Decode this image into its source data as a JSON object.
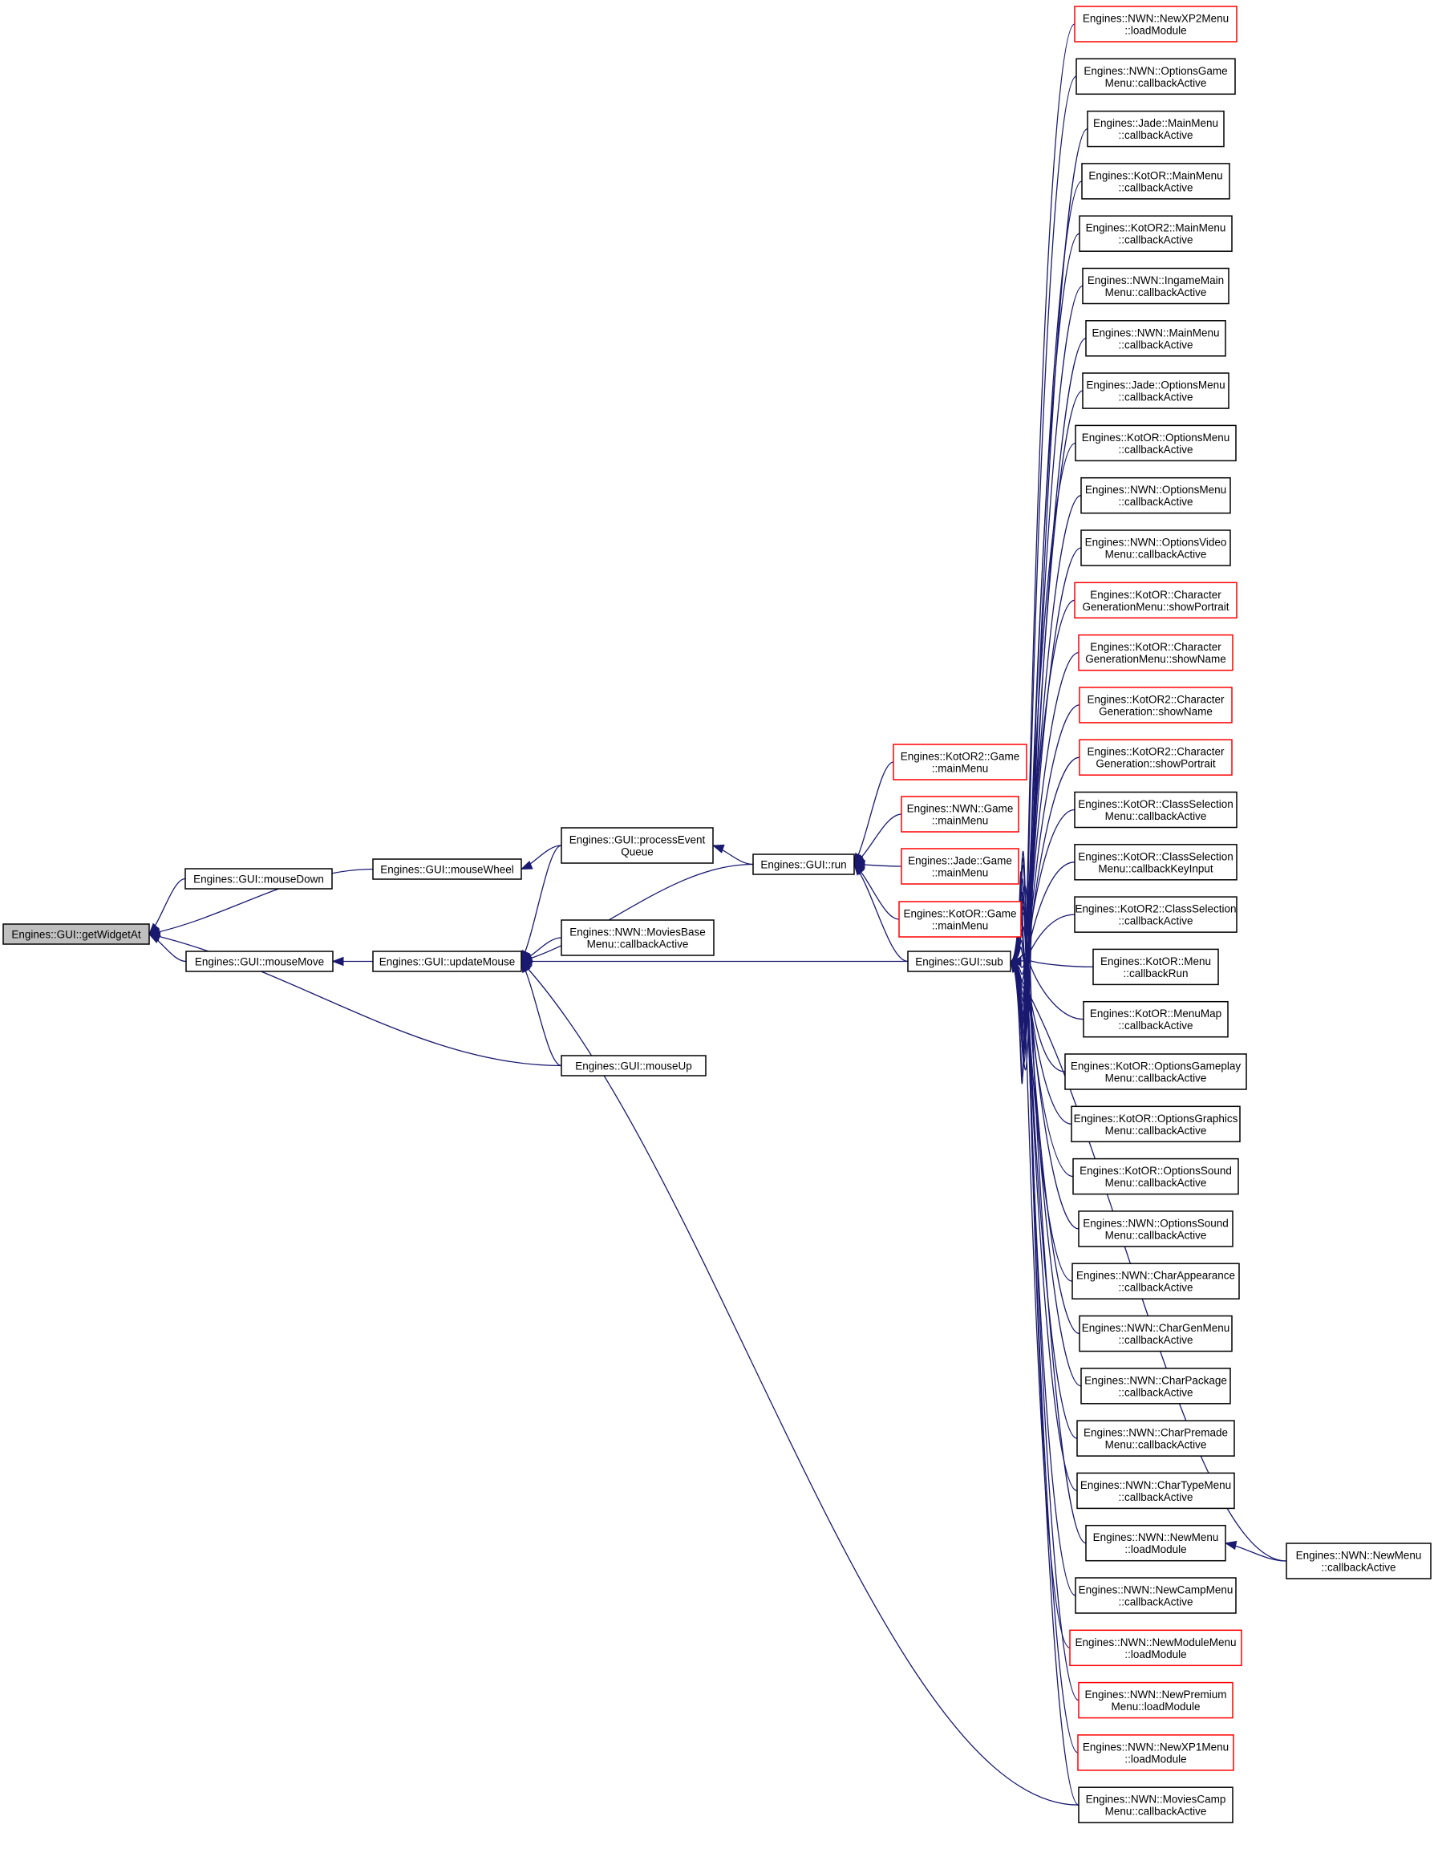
{
  "diagram": {
    "type": "call-graph",
    "colors": {
      "edge": "#191970",
      "box_border": "#000000",
      "box_truncated_border": "#ff0000",
      "current_fill": "#bfbfbf"
    },
    "nodes": [
      {
        "id": "getWidgetAt",
        "lines": [
          "Engines::GUI::getWidgetAt"
        ],
        "current": true
      },
      {
        "id": "mouseDown",
        "lines": [
          "Engines::GUI::mouseDown"
        ]
      },
      {
        "id": "mouseWheel",
        "lines": [
          "Engines::GUI::mouseWheel"
        ]
      },
      {
        "id": "mouseMove",
        "lines": [
          "Engines::GUI::mouseMove"
        ]
      },
      {
        "id": "updateMouse",
        "lines": [
          "Engines::GUI::updateMouse"
        ]
      },
      {
        "id": "processEventQueue",
        "lines": [
          "Engines::GUI::processEvent",
          "Queue"
        ]
      },
      {
        "id": "moviesBase",
        "lines": [
          "Engines::NWN::MoviesBase",
          "Menu::callbackActive"
        ]
      },
      {
        "id": "mouseUp",
        "lines": [
          "Engines::GUI::mouseUp"
        ]
      },
      {
        "id": "run",
        "lines": [
          "Engines::GUI::run"
        ]
      },
      {
        "id": "sub",
        "lines": [
          "Engines::GUI::sub"
        ]
      },
      {
        "id": "kotor2Game",
        "lines": [
          "Engines::KotOR2::Game",
          "::mainMenu"
        ],
        "truncated": true
      },
      {
        "id": "nwnGame",
        "lines": [
          "Engines::NWN::Game",
          "::mainMenu"
        ],
        "truncated": true
      },
      {
        "id": "jadeGame",
        "lines": [
          "Engines::Jade::Game",
          "::mainMenu"
        ],
        "truncated": true
      },
      {
        "id": "kotorGame",
        "lines": [
          "Engines::KotOR::Game",
          "::mainMenu"
        ],
        "truncated": true
      },
      {
        "id": "c00",
        "lines": [
          "Engines::NWN::NewXP2Menu",
          "::loadModule"
        ],
        "truncated": true
      },
      {
        "id": "c01",
        "lines": [
          "Engines::NWN::OptionsGame",
          "Menu::callbackActive"
        ]
      },
      {
        "id": "c02",
        "lines": [
          "Engines::Jade::MainMenu",
          "::callbackActive"
        ]
      },
      {
        "id": "c03",
        "lines": [
          "Engines::KotOR::MainMenu",
          "::callbackActive"
        ]
      },
      {
        "id": "c04",
        "lines": [
          "Engines::KotOR2::MainMenu",
          "::callbackActive"
        ]
      },
      {
        "id": "c05",
        "lines": [
          "Engines::NWN::IngameMain",
          "Menu::callbackActive"
        ]
      },
      {
        "id": "c06",
        "lines": [
          "Engines::NWN::MainMenu",
          "::callbackActive"
        ]
      },
      {
        "id": "c07",
        "lines": [
          "Engines::Jade::OptionsMenu",
          "::callbackActive"
        ]
      },
      {
        "id": "c08",
        "lines": [
          "Engines::KotOR::OptionsMenu",
          "::callbackActive"
        ]
      },
      {
        "id": "c09",
        "lines": [
          "Engines::NWN::OptionsMenu",
          "::callbackActive"
        ]
      },
      {
        "id": "c10",
        "lines": [
          "Engines::NWN::OptionsVideo",
          "Menu::callbackActive"
        ]
      },
      {
        "id": "c11",
        "lines": [
          "Engines::KotOR::Character",
          "GenerationMenu::showPortrait"
        ],
        "truncated": true
      },
      {
        "id": "c12",
        "lines": [
          "Engines::KotOR::Character",
          "GenerationMenu::showName"
        ],
        "truncated": true
      },
      {
        "id": "c13",
        "lines": [
          "Engines::KotOR2::Character",
          "Generation::showName"
        ],
        "truncated": true
      },
      {
        "id": "c14",
        "lines": [
          "Engines::KotOR2::Character",
          "Generation::showPortrait"
        ],
        "truncated": true
      },
      {
        "id": "c15",
        "lines": [
          "Engines::KotOR::ClassSelection",
          "Menu::callbackActive"
        ]
      },
      {
        "id": "c16",
        "lines": [
          "Engines::KotOR::ClassSelection",
          "Menu::callbackKeyInput"
        ]
      },
      {
        "id": "c17",
        "lines": [
          "Engines::KotOR2::ClassSelection",
          "::callbackActive"
        ]
      },
      {
        "id": "c18",
        "lines": [
          "Engines::KotOR::Menu",
          "::callbackRun"
        ]
      },
      {
        "id": "c19",
        "lines": [
          "Engines::KotOR::MenuMap",
          "::callbackActive"
        ]
      },
      {
        "id": "c20",
        "lines": [
          "Engines::KotOR::OptionsGameplay",
          "Menu::callbackActive"
        ]
      },
      {
        "id": "c21",
        "lines": [
          "Engines::KotOR::OptionsGraphics",
          "Menu::callbackActive"
        ]
      },
      {
        "id": "c22",
        "lines": [
          "Engines::KotOR::OptionsSound",
          "Menu::callbackActive"
        ]
      },
      {
        "id": "c23",
        "lines": [
          "Engines::NWN::OptionsSound",
          "Menu::callbackActive"
        ]
      },
      {
        "id": "c24",
        "lines": [
          "Engines::NWN::CharAppearance",
          "::callbackActive"
        ]
      },
      {
        "id": "c25",
        "lines": [
          "Engines::NWN::CharGenMenu",
          "::callbackActive"
        ]
      },
      {
        "id": "c26",
        "lines": [
          "Engines::NWN::CharPackage",
          "::callbackActive"
        ]
      },
      {
        "id": "c27",
        "lines": [
          "Engines::NWN::CharPremade",
          "Menu::callbackActive"
        ]
      },
      {
        "id": "c28",
        "lines": [
          "Engines::NWN::CharTypeMenu",
          "::callbackActive"
        ]
      },
      {
        "id": "c29",
        "lines": [
          "Engines::NWN::NewMenu",
          "::loadModule"
        ]
      },
      {
        "id": "c30",
        "lines": [
          "Engines::NWN::NewCampMenu",
          "::callbackActive"
        ]
      },
      {
        "id": "c31",
        "lines": [
          "Engines::NWN::NewModuleMenu",
          "::loadModule"
        ],
        "truncated": true
      },
      {
        "id": "c32",
        "lines": [
          "Engines::NWN::NewPremium",
          "Menu::loadModule"
        ],
        "truncated": true
      },
      {
        "id": "c33",
        "lines": [
          "Engines::NWN::NewXP1Menu",
          "::loadModule"
        ],
        "truncated": true
      },
      {
        "id": "c34",
        "lines": [
          "Engines::NWN::MoviesCamp",
          "Menu::callbackActive"
        ]
      },
      {
        "id": "newMenuCb",
        "lines": [
          "Engines::NWN::NewMenu",
          "::callbackActive"
        ]
      }
    ],
    "edges": [
      {
        "from": "mouseDown",
        "to": "getWidgetAt"
      },
      {
        "from": "mouseWheel",
        "to": "getWidgetAt"
      },
      {
        "from": "mouseMove",
        "to": "getWidgetAt"
      },
      {
        "from": "mouseUp",
        "to": "getWidgetAt"
      },
      {
        "from": "processEventQueue",
        "to": "mouseWheel"
      },
      {
        "from": "updateMouse",
        "to": "mouseMove"
      },
      {
        "from": "processEventQueue",
        "to": "updateMouse"
      },
      {
        "from": "moviesBase",
        "to": "updateMouse"
      },
      {
        "from": "mouseUp",
        "to": "updateMouse"
      },
      {
        "from": "run",
        "to": "updateMouse"
      },
      {
        "from": "sub",
        "to": "updateMouse"
      },
      {
        "from": "c34",
        "to": "updateMouse"
      },
      {
        "from": "run",
        "to": "processEventQueue"
      },
      {
        "from": "kotor2Game",
        "to": "run"
      },
      {
        "from": "nwnGame",
        "to": "run"
      },
      {
        "from": "jadeGame",
        "to": "run"
      },
      {
        "from": "kotorGame",
        "to": "run"
      },
      {
        "from": "sub",
        "to": "run"
      },
      {
        "from": "c00",
        "to": "sub"
      },
      {
        "from": "c01",
        "to": "sub"
      },
      {
        "from": "c02",
        "to": "sub"
      },
      {
        "from": "c03",
        "to": "sub"
      },
      {
        "from": "c04",
        "to": "sub"
      },
      {
        "from": "c05",
        "to": "sub"
      },
      {
        "from": "c06",
        "to": "sub"
      },
      {
        "from": "c07",
        "to": "sub"
      },
      {
        "from": "c08",
        "to": "sub"
      },
      {
        "from": "c09",
        "to": "sub"
      },
      {
        "from": "c10",
        "to": "sub"
      },
      {
        "from": "c11",
        "to": "sub"
      },
      {
        "from": "c12",
        "to": "sub"
      },
      {
        "from": "c13",
        "to": "sub"
      },
      {
        "from": "c14",
        "to": "sub"
      },
      {
        "from": "c15",
        "to": "sub"
      },
      {
        "from": "c16",
        "to": "sub"
      },
      {
        "from": "c17",
        "to": "sub"
      },
      {
        "from": "c18",
        "to": "sub"
      },
      {
        "from": "c19",
        "to": "sub"
      },
      {
        "from": "c20",
        "to": "sub"
      },
      {
        "from": "c21",
        "to": "sub"
      },
      {
        "from": "c22",
        "to": "sub"
      },
      {
        "from": "c23",
        "to": "sub"
      },
      {
        "from": "c24",
        "to": "sub"
      },
      {
        "from": "c25",
        "to": "sub"
      },
      {
        "from": "c26",
        "to": "sub"
      },
      {
        "from": "c27",
        "to": "sub"
      },
      {
        "from": "c28",
        "to": "sub"
      },
      {
        "from": "c29",
        "to": "sub"
      },
      {
        "from": "c30",
        "to": "sub"
      },
      {
        "from": "c31",
        "to": "sub"
      },
      {
        "from": "c32",
        "to": "sub"
      },
      {
        "from": "c33",
        "to": "sub"
      },
      {
        "from": "c34",
        "to": "sub"
      },
      {
        "from": "newMenuCb",
        "to": "sub"
      },
      {
        "from": "newMenuCb",
        "to": "c29"
      }
    ]
  }
}
